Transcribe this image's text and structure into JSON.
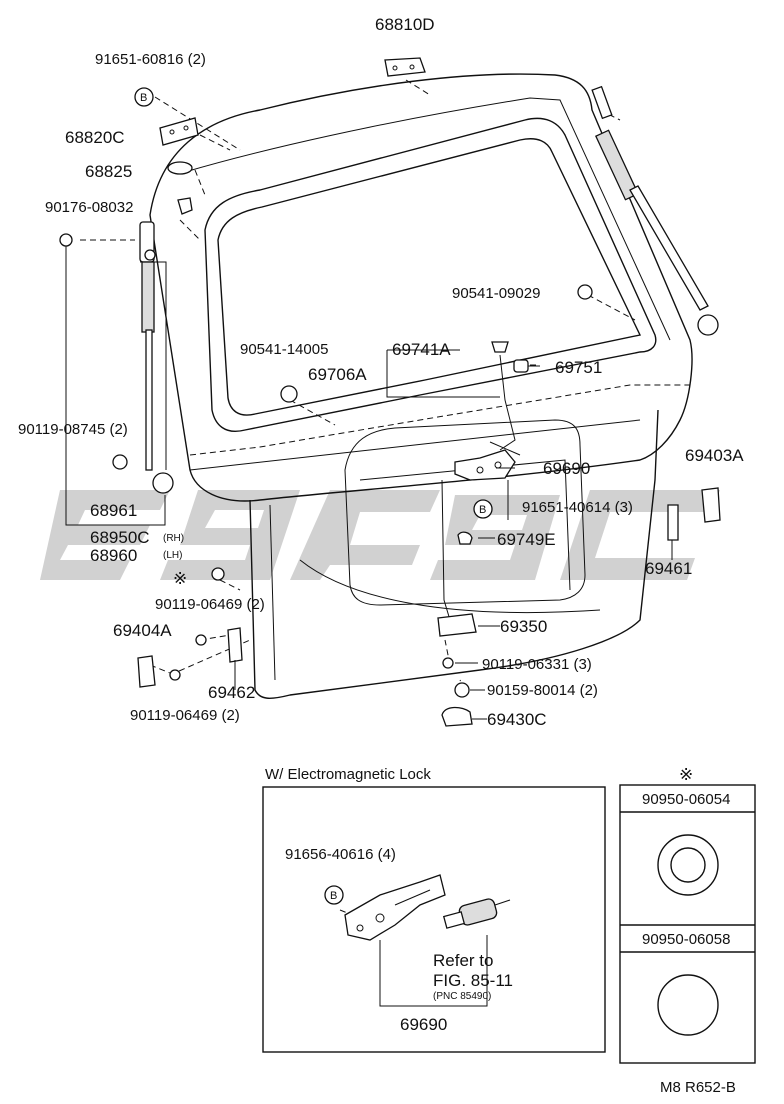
{
  "labels": {
    "p68810D": "68810D",
    "p91651_60816": "91651-60816 (2)",
    "p68820C": "68820C",
    "p68825": "68825",
    "p90176": "90176-08032",
    "p90541_09029": "90541-09029",
    "p90541_14005": "90541-14005",
    "p69741A": "69741A",
    "p69706A": "69706A",
    "p69751": "69751",
    "p90119_08745": "90119-08745 (2)",
    "p69690": "69690",
    "p69403A": "69403A",
    "p91651_40614": "91651-40614 (3)",
    "p68961": "68961",
    "p68950C": "68950C",
    "rh": "(RH)",
    "p68960": "68960",
    "lh": "(LH)",
    "p69749E": "69749E",
    "p69461": "69461",
    "p90119_06469a": "90119-06469 (2)",
    "p69404A": "69404A",
    "p69350": "69350",
    "p90119_06331": "90119-06331 (3)",
    "p69462": "69462",
    "p90159": "90159-80014 (2)",
    "p90119_06469b": "90119-06469 (2)",
    "p69430C": "69430C"
  },
  "inset": {
    "title": "W/ Electromagnetic Lock",
    "bolt_label": "91656-40616 (4)",
    "refer_line1": "Refer to",
    "refer_line2": "FIG. 85-11",
    "refer_line3": "(PNC 85490)",
    "part_number": "69690"
  },
  "table": {
    "header_mark": "※",
    "row1": "90950-06054",
    "row2": "90950-06058"
  },
  "markers": {
    "b": "B",
    "ref_mark": "※"
  },
  "footer": {
    "code": "M8  R652-B"
  }
}
